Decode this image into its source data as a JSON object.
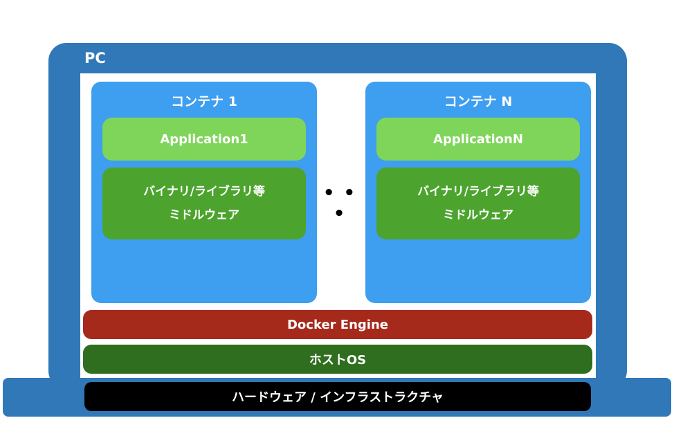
{
  "pc": {
    "label": "PC"
  },
  "containers": [
    {
      "title": "コンテナ 1",
      "application": "Application1",
      "libraries_line1": "バイナリ/ライブラリ等",
      "libraries_line2": "ミドルウェア"
    },
    {
      "title": "コンテナ N",
      "application": "ApplicationN",
      "libraries_line1": "バイナリ/ライブラリ等",
      "libraries_line2": "ミドルウェア"
    }
  ],
  "ellipsis": "• • •",
  "layers": {
    "docker_engine": "Docker Engine",
    "host_os": "ホストOS",
    "hardware": "ハードウェア / インフラストラクチャ"
  },
  "colors": {
    "pc_frame": "#3078b8",
    "container": "#3e9ef0",
    "application": "#7ed55a",
    "libraries": "#4ca42e",
    "docker_engine": "#a52a1c",
    "host_os": "#2e6e1e",
    "hardware": "#000000"
  }
}
